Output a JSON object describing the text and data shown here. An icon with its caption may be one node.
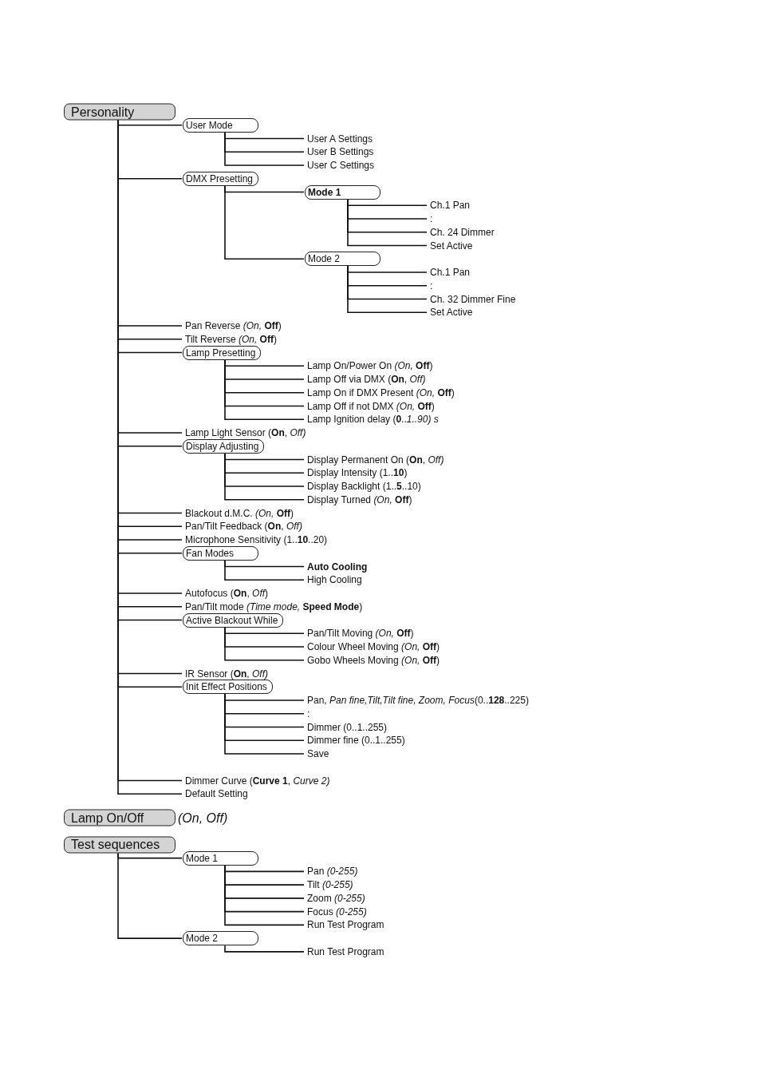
{
  "diagram": {
    "nodes": [
      {
        "text": [
          "Personality"
        ]
      },
      {
        "text": [
          "User Mode"
        ]
      },
      {
        "text": [
          "User A Settings"
        ]
      },
      {
        "text": [
          "User B Settings"
        ]
      },
      {
        "text": [
          "User C Settings"
        ]
      },
      {
        "text": [
          "DMX Presetting"
        ]
      },
      {
        "text": [
          "**Mode 1**"
        ]
      },
      {
        "text": [
          "Ch.1 Pan"
        ]
      },
      {
        "text": [
          ":"
        ]
      },
      {
        "text": [
          "Ch. 24 Dimmer"
        ]
      },
      {
        "text": [
          "Set Active"
        ]
      },
      {
        "text": [
          "Mode 2"
        ]
      },
      {
        "text": [
          "Ch.1 Pan"
        ]
      },
      {
        "text": [
          ":"
        ]
      },
      {
        "text": [
          "Ch. 32 Dimmer Fine"
        ]
      },
      {
        "text": [
          "Set Active"
        ]
      },
      {
        "text": [
          "Pan Reverse *(On,* **Off**)"
        ]
      },
      {
        "text": [
          "Tilt Reverse *(On,* **Off**)"
        ]
      },
      {
        "text": [
          "Lamp Presetting"
        ]
      },
      {
        "text": [
          "Lamp On/Power On *(On,* **Off**)"
        ]
      },
      {
        "text": [
          "Lamp Off via DMX (**On**, *Off)*"
        ]
      },
      {
        "text": [
          "Lamp On if DMX Present *(On,* **Off**)"
        ]
      },
      {
        "text": [
          "Lamp Off if not DMX *(On,* **Off**)"
        ]
      },
      {
        "text": [
          "Lamp Ignition delay (**0**..*1..90) s*"
        ]
      },
      {
        "text": [
          "Lamp Light Sensor (**On**, *Off)*"
        ]
      },
      {
        "text": [
          "Display Adjusting"
        ]
      },
      {
        "text": [
          "Display Permanent On (**On**, *Off)*"
        ]
      },
      {
        "text": [
          "Display Intensity (1..**10**)"
        ]
      },
      {
        "text": [
          "Display Backlight (1..**5**..10)"
        ]
      },
      {
        "text": [
          "Display Turned *(On,* **Off**)"
        ]
      },
      {
        "text": [
          "Blackout d.M.C. *(On,* **Off**)"
        ]
      },
      {
        "text": [
          "Pan/Tilt Feedback (**On**, *Off)*"
        ]
      },
      {
        "text": [
          "Microphone Sensitivity (1..**10**..20)"
        ]
      },
      {
        "text": [
          "Fan Modes"
        ]
      },
      {
        "text": [
          "**Auto Cooling**"
        ]
      },
      {
        "text": [
          "High Cooling"
        ]
      },
      {
        "text": [
          "Autofocus (**On**, *Off*)"
        ]
      },
      {
        "text": [
          "Pan/Tilt mode *(Time mode,* **Speed Mode**)"
        ]
      },
      {
        "text": [
          "Active Blackout While"
        ]
      },
      {
        "text": [
          "Pan/Tilt Moving *(On,* **Off**)"
        ]
      },
      {
        "text": [
          "Colour Wheel Moving *(On,* **Off**)"
        ]
      },
      {
        "text": [
          "Gobo Wheels Moving *(On,* **Off**)"
        ]
      },
      {
        "text": [
          "IR Sensor (**On**, *Off)*"
        ]
      },
      {
        "text": [
          "Init Effect Positions"
        ]
      },
      {
        "text": [
          "Pan, *Pan fine,Tilt,Tilt fine, Zoom, Focus*(0..**128**..225)"
        ]
      },
      {
        "text": [
          ":"
        ]
      },
      {
        "text": [
          "Dimmer (0..1..255)"
        ]
      },
      {
        "text": [
          "Dimmer fine (0..1..255)"
        ]
      },
      {
        "text": [
          "Save"
        ]
      },
      {
        "text": [
          "Dimmer Curve (**Curve 1**, *Curve 2)*"
        ]
      },
      {
        "text": [
          "Default Setting"
        ]
      },
      {
        "text": [
          "Lamp On/Off"
        ],
        "beside": [
          "(On, Off)"
        ]
      },
      {
        "text": [
          "Test sequences"
        ]
      },
      {
        "text": [
          "Mode 1"
        ]
      },
      {
        "text": [
          "Pan *(0-255)*"
        ]
      },
      {
        "text": [
          "Tilt *(0-255)*"
        ]
      },
      {
        "text": [
          "Zoom *(0-255)*"
        ]
      },
      {
        "text": [
          "Focus *(0-255)*"
        ]
      },
      {
        "text": [
          "Run Test Program"
        ]
      },
      {
        "text": [
          "Mode 2"
        ]
      },
      {
        "text": [
          "Run Test Program"
        ]
      }
    ],
    "edges": [
      {
        "from": 0,
        "to": 1,
        "arrow": "none"
      },
      {
        "from": 1,
        "to": 2,
        "arrow": "none"
      },
      {
        "from": 1,
        "to": 3,
        "arrow": "none"
      },
      {
        "from": 1,
        "to": 4,
        "arrow": "none"
      },
      {
        "from": 0,
        "to": 5,
        "arrow": "none"
      },
      {
        "from": 5,
        "to": 6,
        "arrow": "none"
      },
      {
        "from": 6,
        "to": 7,
        "arrow": "none"
      },
      {
        "from": 6,
        "to": 8,
        "arrow": "none"
      },
      {
        "from": 6,
        "to": 9,
        "arrow": "none"
      },
      {
        "from": 6,
        "to": 10,
        "arrow": "none"
      },
      {
        "from": 5,
        "to": 11,
        "arrow": "none"
      },
      {
        "from": 11,
        "to": 12,
        "arrow": "none"
      },
      {
        "from": 11,
        "to": 13,
        "arrow": "none"
      },
      {
        "from": 11,
        "to": 14,
        "arrow": "none"
      },
      {
        "from": 11,
        "to": 15,
        "arrow": "none"
      },
      {
        "from": 0,
        "to": 16,
        "arrow": "none"
      },
      {
        "from": 0,
        "to": 17,
        "arrow": "none"
      },
      {
        "from": 0,
        "to": 18,
        "arrow": "none"
      },
      {
        "from": 18,
        "to": 19,
        "arrow": "none"
      },
      {
        "from": 18,
        "to": 20,
        "arrow": "none"
      },
      {
        "from": 18,
        "to": 21,
        "arrow": "none"
      },
      {
        "from": 18,
        "to": 22,
        "arrow": "none"
      },
      {
        "from": 18,
        "to": 23,
        "arrow": "none"
      },
      {
        "from": 0,
        "to": 24,
        "arrow": "none"
      },
      {
        "from": 0,
        "to": 25,
        "arrow": "none"
      },
      {
        "from": 25,
        "to": 26,
        "arrow": "none"
      },
      {
        "from": 25,
        "to": 27,
        "arrow": "none"
      },
      {
        "from": 25,
        "to": 28,
        "arrow": "none"
      },
      {
        "from": 25,
        "to": 29,
        "arrow": "none"
      },
      {
        "from": 0,
        "to": 30,
        "arrow": "none"
      },
      {
        "from": 0,
        "to": 31,
        "arrow": "none"
      },
      {
        "from": 0,
        "to": 32,
        "arrow": "none"
      },
      {
        "from": 0,
        "to": 33,
        "arrow": "none"
      },
      {
        "from": 33,
        "to": 34,
        "arrow": "none"
      },
      {
        "from": 33,
        "to": 35,
        "arrow": "none"
      },
      {
        "from": 0,
        "to": 36,
        "arrow": "none"
      },
      {
        "from": 0,
        "to": 37,
        "arrow": "none"
      },
      {
        "from": 0,
        "to": 38,
        "arrow": "none"
      },
      {
        "from": 38,
        "to": 39,
        "arrow": "none"
      },
      {
        "from": 38,
        "to": 40,
        "arrow": "none"
      },
      {
        "from": 38,
        "to": 41,
        "arrow": "none"
      },
      {
        "from": 0,
        "to": 42,
        "arrow": "none"
      },
      {
        "from": 0,
        "to": 43,
        "arrow": "none"
      },
      {
        "from": 43,
        "to": 44,
        "arrow": "none"
      },
      {
        "from": 43,
        "to": 45,
        "arrow": "none"
      },
      {
        "from": 43,
        "to": 46,
        "arrow": "none"
      },
      {
        "from": 43,
        "to": 47,
        "arrow": "none"
      },
      {
        "from": 43,
        "to": 48,
        "arrow": "none"
      },
      {
        "from": 0,
        "to": 49,
        "arrow": "none"
      },
      {
        "from": 0,
        "to": 50,
        "arrow": "none"
      },
      {
        "from": 52,
        "to": 53,
        "arrow": "none"
      },
      {
        "from": 53,
        "to": 54,
        "arrow": "none"
      },
      {
        "from": 53,
        "to": 55,
        "arrow": "none"
      },
      {
        "from": 53,
        "to": 56,
        "arrow": "none"
      },
      {
        "from": 53,
        "to": 57,
        "arrow": "none"
      },
      {
        "from": 53,
        "to": 58,
        "arrow": "none"
      },
      {
        "from": 52,
        "to": 59,
        "arrow": "none"
      },
      {
        "from": 59,
        "to": 60,
        "arrow": "none"
      }
    ]
  }
}
